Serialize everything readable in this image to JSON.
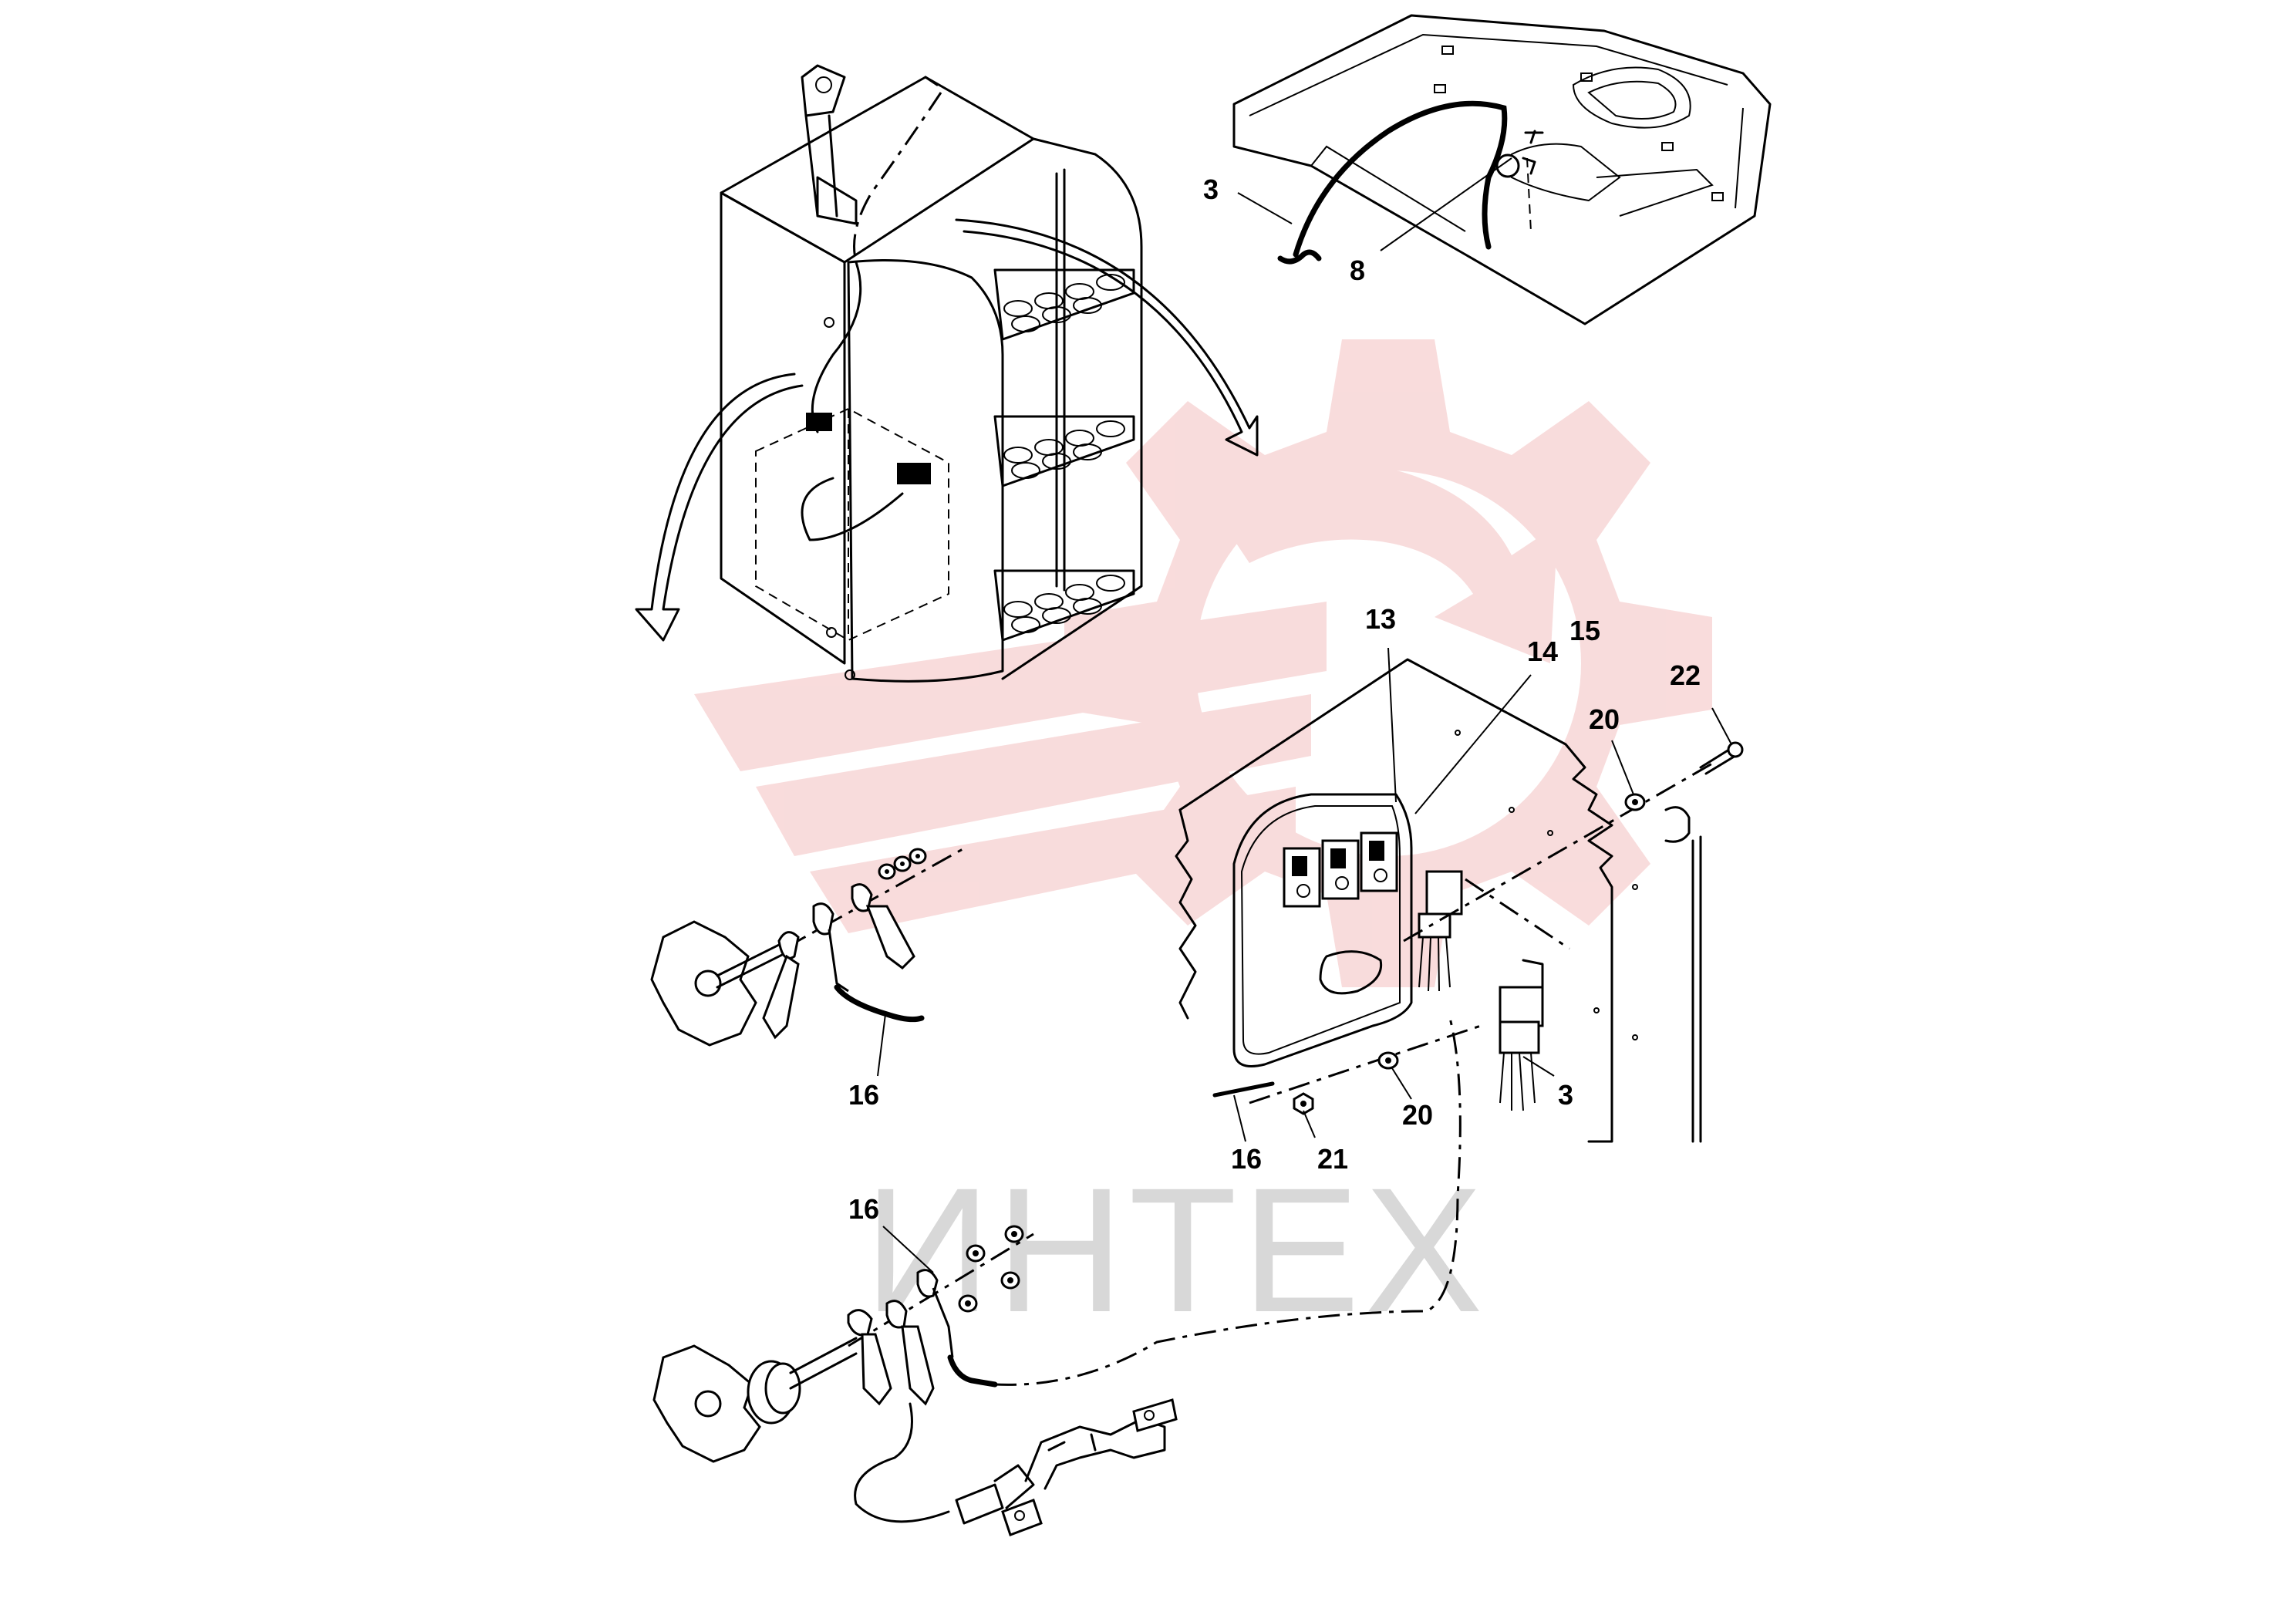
{
  "watermark": {
    "text": "ИНТЕХ",
    "logo_color": "#f4c0c0",
    "text_color": "#d8d8d8"
  },
  "callouts": [
    {
      "id": "c3a",
      "label": "3"
    },
    {
      "id": "c8",
      "label": "8"
    },
    {
      "id": "c13",
      "label": "13"
    },
    {
      "id": "c14",
      "label": "14"
    },
    {
      "id": "c15",
      "label": "15"
    },
    {
      "id": "c22",
      "label": "22"
    },
    {
      "id": "c20a",
      "label": "20"
    },
    {
      "id": "c16a",
      "label": "16"
    },
    {
      "id": "c20b",
      "label": "20"
    },
    {
      "id": "c3b",
      "label": "3"
    },
    {
      "id": "c16b",
      "label": "16"
    },
    {
      "id": "c21",
      "label": "21"
    },
    {
      "id": "c16c",
      "label": "16"
    }
  ]
}
